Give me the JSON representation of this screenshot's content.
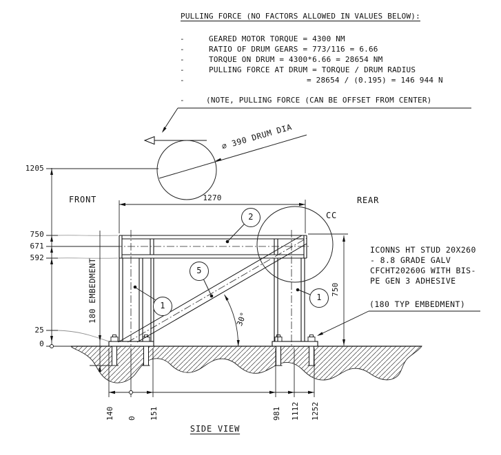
{
  "notes": {
    "heading": "PULLING FORCE (NO FACTORS ALLOWED IN VALUES BELOW):",
    "bullet": "-",
    "items": [
      "GEARED MOTOR TORQUE = 4300 NM",
      "RATIO OF DRUM GEARS = 773/116 = 6.66",
      "TORQUE ON DRUM = 4300*6.66 = 28654 NM",
      "PULLING FORCE AT DRUM = TORQUE / DRUM RADIUS",
      "= 28654 / (0.195) = 146 944 N"
    ],
    "offset_note": "(NOTE, PULLING FORCE (CAN BE OFFSET FROM CENTER)",
    "stud_note_lines": [
      "ICONNS HT STUD 20X260",
      "- 8.8 GRADE GALV",
      "CFCHT20260G WITH BIS-",
      "PE GEN 3 ADHESIVE"
    ],
    "embedment_note": "(180 TYP EMBEDMENT)"
  },
  "labels": {
    "front": "FRONT",
    "rear": "REAR",
    "cc": "CC",
    "drum_dia": "⌀ 390 DRUM DIA",
    "brace_angle": "30°",
    "embedment_dim": "180 EMBEDMENT",
    "view_title": "SIDE VIEW"
  },
  "dimensions": {
    "left_chain": [
      "1205",
      "750",
      "671",
      "592",
      "25",
      "0"
    ],
    "top_span": "1270",
    "right_height": "750",
    "bottom_chain": [
      "140",
      "0",
      "151",
      "981",
      "1112",
      "1252"
    ]
  },
  "balloons": {
    "beam": "2",
    "brace": "5",
    "front_leg": "1",
    "rear_leg": "1"
  }
}
